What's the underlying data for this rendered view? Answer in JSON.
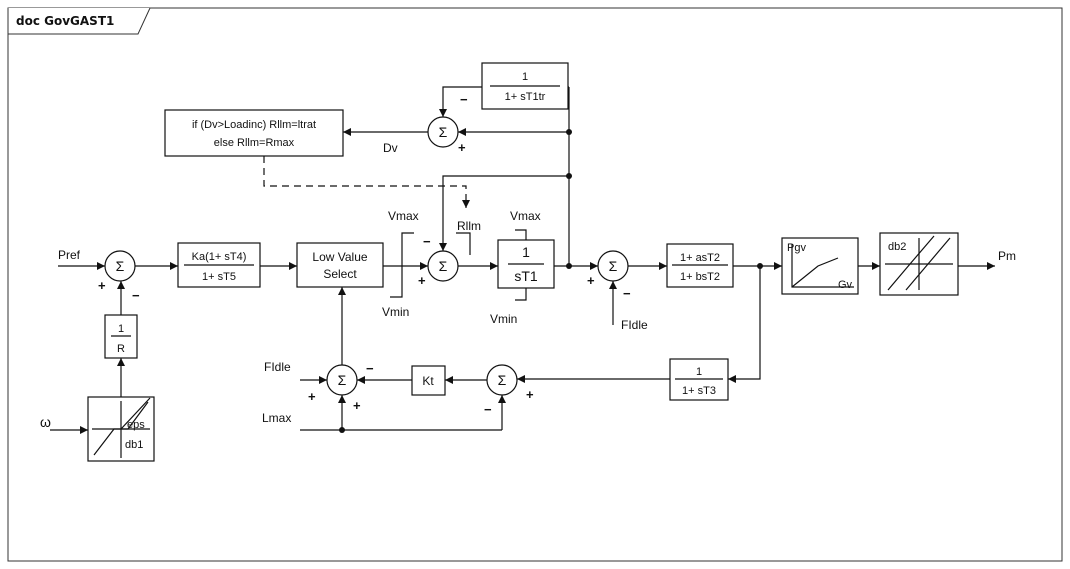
{
  "package": {
    "tab_label": "doc GovGAST1"
  },
  "blocks": {
    "rate_limit": {
      "line1": "if (Dv>Loadinc) Rllm=ltrat",
      "line2": "else     Rllm=Rmax"
    },
    "feedback_t1tr": {
      "num": "1",
      "den": "1+ sT1tr"
    },
    "lead_lag_ka": {
      "num": "Ka(1+ sT4)",
      "den": "1+ sT5"
    },
    "low_value_select": {
      "line1": "Low Value",
      "line2": "Select"
    },
    "integrator": {
      "num": "1",
      "den": "sT1"
    },
    "lead_lag_t2": {
      "num": "1+ asT2",
      "den": "1+ bsT2"
    },
    "gv_curve": {
      "in_label": "Gv",
      "out_label": "Pgv"
    },
    "deadband2": {
      "label": "db2"
    },
    "droop": {
      "num": "1",
      "den": "R"
    },
    "deadband1": {
      "eps": "eps",
      "db": "db1"
    },
    "kt": {
      "label": "Kt"
    },
    "lag_t3": {
      "num": "1",
      "den": "1+ sT3"
    }
  },
  "signals": {
    "pref": "Pref",
    "omega": "ω",
    "pm": "Pm",
    "dv": "Dv",
    "rllm": "Rllm",
    "vmax_lvs": "Vmax",
    "vmin_lvs": "Vmin",
    "vmax_int": "Vmax",
    "vmin_int": "Vmin",
    "fidle_main": "FIdle",
    "fidle_lower": "FIdle",
    "lmax": "Lmax"
  },
  "summing_symbol": "Σ",
  "signs": {
    "plus": "+",
    "minus": "−"
  }
}
